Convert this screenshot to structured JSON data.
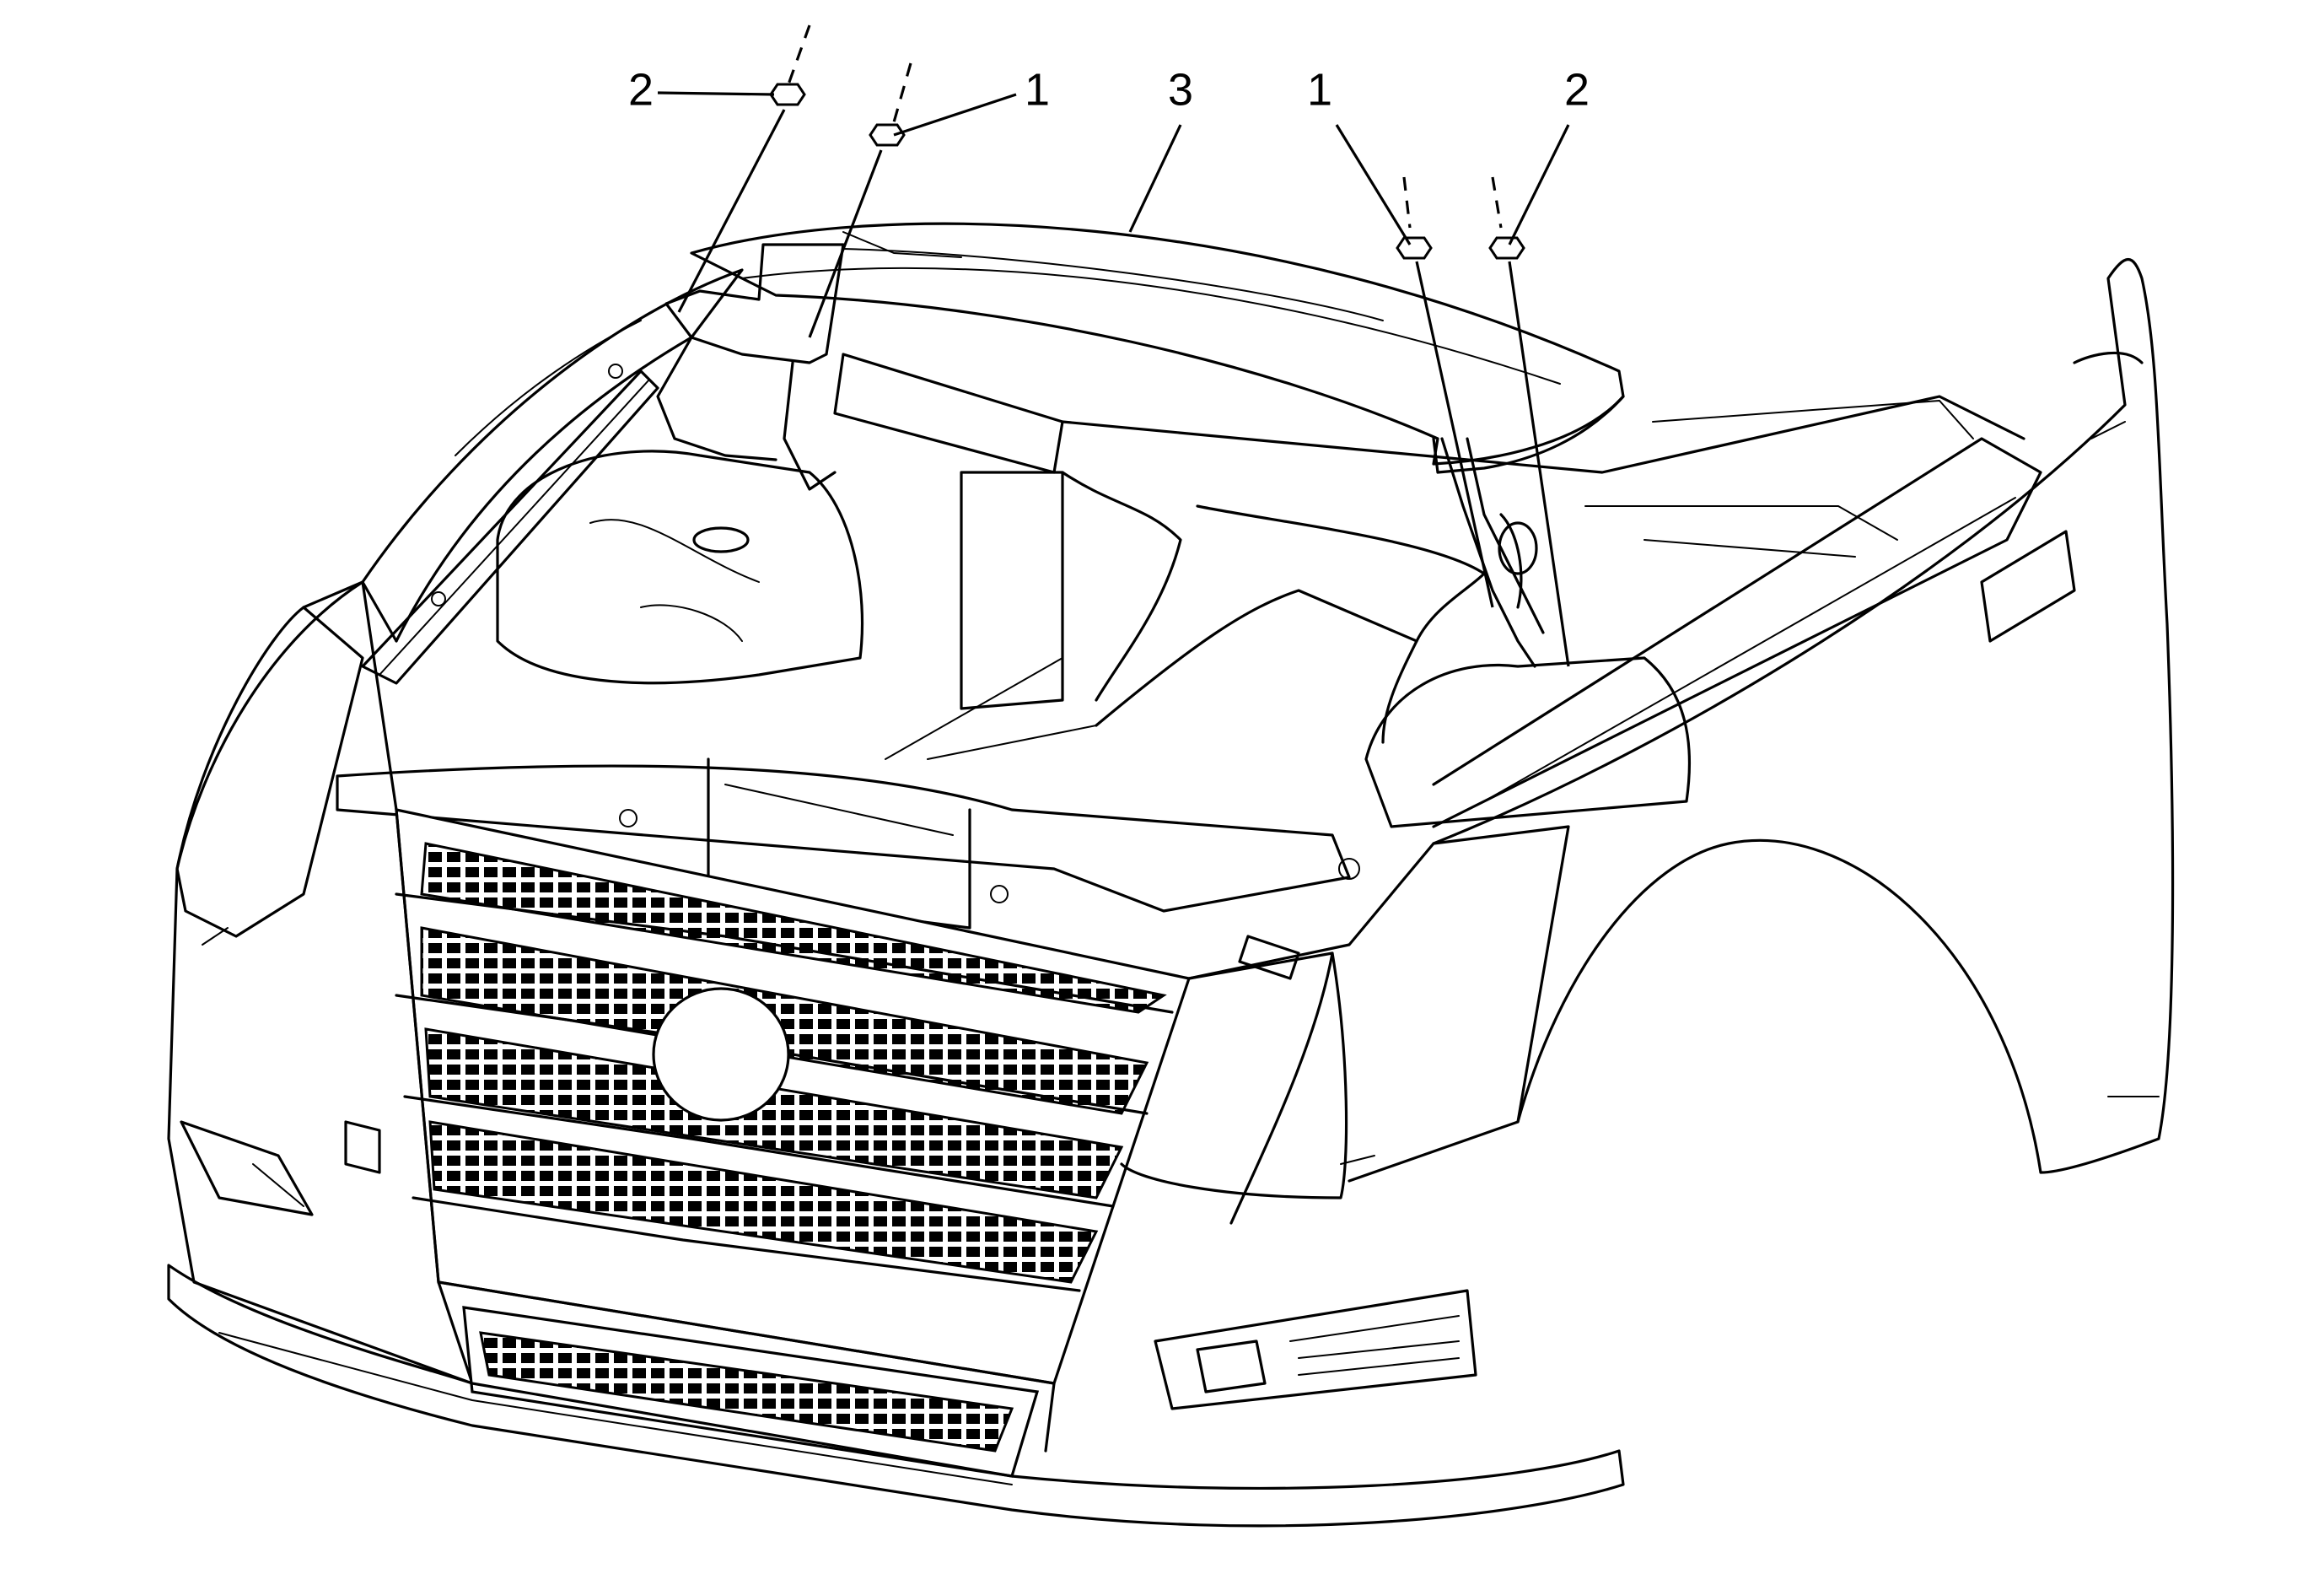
{
  "callouts": {
    "left_nut": "2",
    "left_bolt": "1",
    "hood": "3",
    "right_bolt": "1",
    "right_nut": "2"
  },
  "colors": {
    "line": "#000000",
    "background": "#ffffff"
  }
}
